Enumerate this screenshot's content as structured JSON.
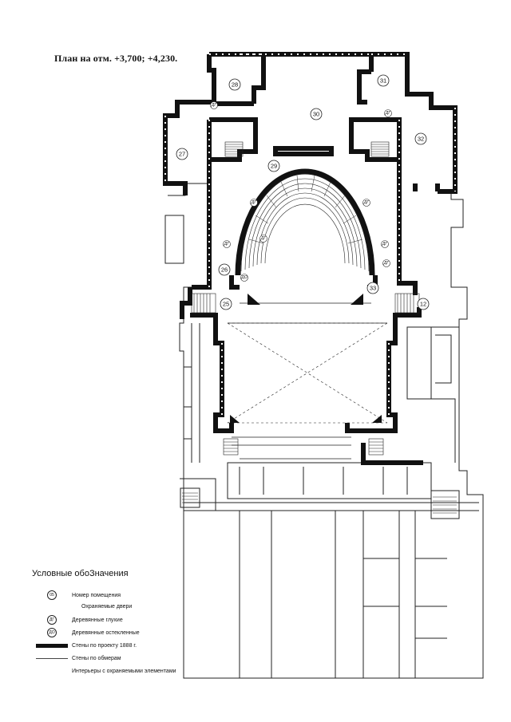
{
  "title": "План на отм. +3,700; +4,230.",
  "rooms": [
    "28",
    "31",
    "30",
    "27",
    "32",
    "29",
    "26",
    "25",
    "33",
    "12"
  ],
  "door_codes": [
    "ДГ",
    "ДГ",
    "ДГ",
    "ДГ",
    "ДГ",
    "ДГ",
    "ДГ",
    "ДГ",
    "ДО"
  ],
  "legend": {
    "heading": "Условные обоЗначения",
    "items": [
      {
        "symbol": "05",
        "label": "Номер помещения"
      },
      {
        "symbol": "",
        "label": "Охраняемые двери"
      },
      {
        "symbol": "ДГ",
        "label": "Деревянные глухие"
      },
      {
        "symbol": "ДО",
        "label": "Деревянные остекленные"
      },
      {
        "symbol": "",
        "label": "Стены по проекту 1888 г."
      },
      {
        "symbol": "",
        "label": "Стены по обмерам"
      },
      {
        "symbol": "",
        "label": "Интерьеры с охраняемыми элементами"
      }
    ]
  }
}
